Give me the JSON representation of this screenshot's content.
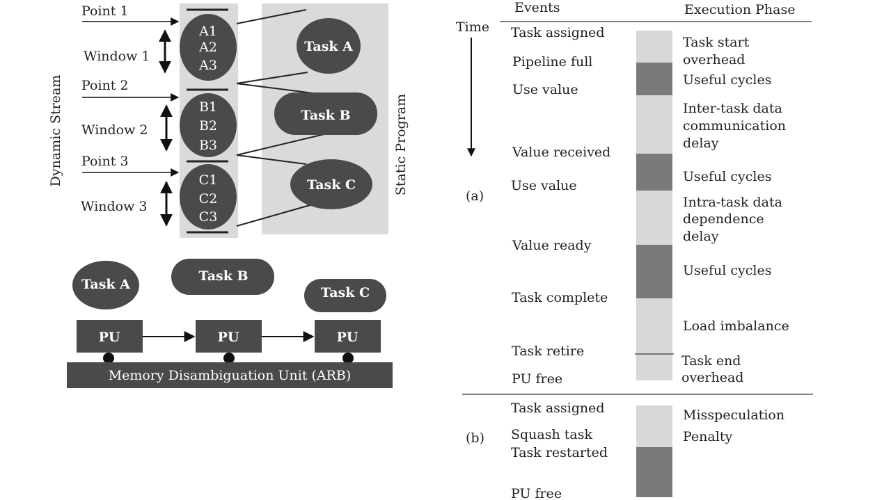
{
  "left_diagram": {
    "vertical_left": "Dynamic Stream",
    "vertical_right": "Static Program",
    "points": [
      "Point 1",
      "Point 2",
      "Point 3"
    ],
    "windows": [
      "Window 1",
      "Window 2",
      "Window 3"
    ],
    "groups": [
      [
        "A1",
        "A2",
        "A3"
      ],
      [
        "B1",
        "B2",
        "B3"
      ],
      [
        "C1",
        "C2",
        "C3"
      ]
    ],
    "static_tasks": [
      "Task A",
      "Task B",
      "Task C"
    ],
    "pu_tasks": [
      "Task A",
      "Task B",
      "Task C"
    ],
    "pu_labels": [
      "PU",
      "PU",
      "PU"
    ],
    "memory_unit": "Memory Disambiguation Unit (ARB)"
  },
  "right_diagram": {
    "header_events": "Events",
    "header_phase": "Execution Phase",
    "time_label": "Time",
    "part_a_label": "(a)",
    "part_b_label": "(b)",
    "events_a": [
      "Task assigned",
      "Pipeline full",
      "Use value",
      "Value received",
      "Use value",
      "Value ready",
      "Task complete",
      "Task retire",
      "PU free"
    ],
    "phases_a": [
      [
        "Task start",
        "overhead"
      ],
      [
        "Useful cycles"
      ],
      [
        "Inter-task data",
        "communication",
        "delay"
      ],
      [
        "Useful cycles"
      ],
      [
        "Intra-task data",
        "dependence",
        "delay"
      ],
      [
        "Useful cycles"
      ],
      [
        "Load imbalance"
      ],
      [
        "Task end",
        "overhead"
      ]
    ],
    "events_b": [
      "Task assigned",
      "Squash task",
      "Task restarted",
      "PU free"
    ],
    "phases_b": [
      "Misspeculation",
      "Penalty"
    ]
  },
  "colors": {
    "dark": "#4a4a4a",
    "light_bg": "#dadada",
    "light_bar": "#d8d8d8",
    "dark_bar": "#7a7a7a"
  }
}
